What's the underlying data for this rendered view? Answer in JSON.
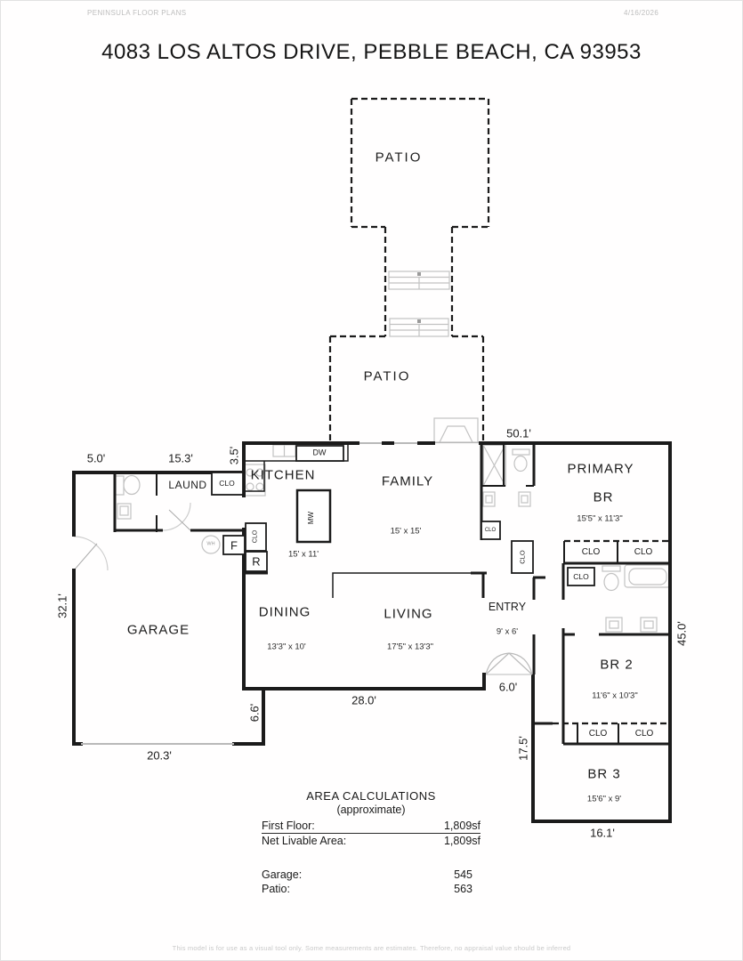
{
  "header": {
    "brand": "PENINSULA FLOOR PLANS",
    "date": "4/16/2026"
  },
  "title": "4083 LOS ALTOS DRIVE, PEBBLE BEACH, CA  93953",
  "rooms": {
    "patio_top": "PATIO",
    "patio_mid": "PATIO",
    "kitchen": {
      "name": "KITCHEN",
      "dims": "15' x 11'"
    },
    "family": {
      "name": "FAMILY",
      "dims": "15' x 15'"
    },
    "laundry": {
      "name": "LAUND"
    },
    "garage": {
      "name": "GARAGE"
    },
    "dining": {
      "name": "DINING",
      "dims": "13'3\" x 10'"
    },
    "living": {
      "name": "LIVING",
      "dims": "17'5\" x 13'3\""
    },
    "entry": {
      "name": "ENTRY",
      "dims": "9' x 6'"
    },
    "primary": {
      "name_line1": "PRIMARY",
      "name_line2": "BR",
      "dims": "15'5\" x 11'3\""
    },
    "br2": {
      "name": "BR 2",
      "dims": "11'6\" x 10'3\""
    },
    "br3": {
      "name": "BR 3",
      "dims": "15'6\" x 9'"
    }
  },
  "fixtures": {
    "dw": "DW",
    "mw": "MW",
    "wh": "WH",
    "f": "F",
    "r": "R",
    "clo": "CLO"
  },
  "dimensions": {
    "d5_0": "5.0'",
    "d15_3": "15.3'",
    "d3_5": "3.5'",
    "d50_1": "50.1'",
    "d32_1": "32.1'",
    "d20_3": "20.3'",
    "d6_6": "6.6'",
    "d28_0": "28.0'",
    "d6_0": "6.0'",
    "d45_0": "45.0'",
    "d17_5": "17.5'",
    "d16_1": "16.1'"
  },
  "area_calculations": {
    "title": "AREA CALCULATIONS",
    "subtitle": "(approximate)",
    "rows": [
      {
        "label": "First Floor:",
        "value": "1,809sf"
      },
      {
        "label": "Net Livable Area:",
        "value": "1,809sf"
      }
    ],
    "extra_rows": [
      {
        "label": "Garage:",
        "value": "545"
      },
      {
        "label": "Patio:",
        "value": "563"
      }
    ]
  },
  "footer": "This model is for use as a visual tool only. Some measurements are estimates. Therefore, no appraisal value should be inferred"
}
